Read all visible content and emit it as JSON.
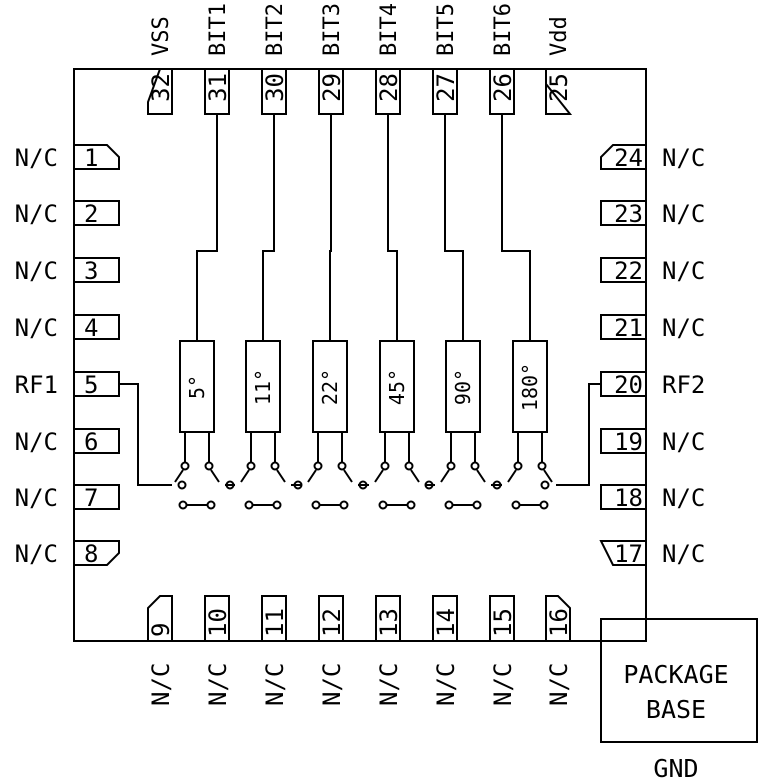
{
  "top_pins": [
    {
      "num": "32",
      "label": "VSS"
    },
    {
      "num": "31",
      "label": "BIT1"
    },
    {
      "num": "30",
      "label": "BIT2"
    },
    {
      "num": "29",
      "label": "BIT3"
    },
    {
      "num": "28",
      "label": "BIT4"
    },
    {
      "num": "27",
      "label": "BIT5"
    },
    {
      "num": "26",
      "label": "BIT6"
    },
    {
      "num": "25",
      "label": "Vdd"
    }
  ],
  "left_pins": [
    {
      "num": "1",
      "label": "N/C"
    },
    {
      "num": "2",
      "label": "N/C"
    },
    {
      "num": "3",
      "label": "N/C"
    },
    {
      "num": "4",
      "label": "N/C"
    },
    {
      "num": "5",
      "label": "RF1"
    },
    {
      "num": "6",
      "label": "N/C"
    },
    {
      "num": "7",
      "label": "N/C"
    },
    {
      "num": "8",
      "label": "N/C"
    }
  ],
  "right_pins": [
    {
      "num": "24",
      "label": "N/C"
    },
    {
      "num": "23",
      "label": "N/C"
    },
    {
      "num": "22",
      "label": "N/C"
    },
    {
      "num": "21",
      "label": "N/C"
    },
    {
      "num": "20",
      "label": "RF2"
    },
    {
      "num": "19",
      "label": "N/C"
    },
    {
      "num": "18",
      "label": "N/C"
    },
    {
      "num": "17",
      "label": "N/C"
    }
  ],
  "bottom_pins": [
    {
      "num": "9",
      "label": "N/C"
    },
    {
      "num": "10",
      "label": "N/C"
    },
    {
      "num": "11",
      "label": "N/C"
    },
    {
      "num": "12",
      "label": "N/C"
    },
    {
      "num": "13",
      "label": "N/C"
    },
    {
      "num": "14",
      "label": "N/C"
    },
    {
      "num": "15",
      "label": "N/C"
    },
    {
      "num": "16",
      "label": "N/C"
    }
  ],
  "phase_bits": [
    "5°",
    "11°",
    "22°",
    "45°",
    "90°",
    "180°"
  ],
  "package_base": {
    "line1": "PACKAGE",
    "line2": "BASE",
    "gnd": "GND"
  }
}
